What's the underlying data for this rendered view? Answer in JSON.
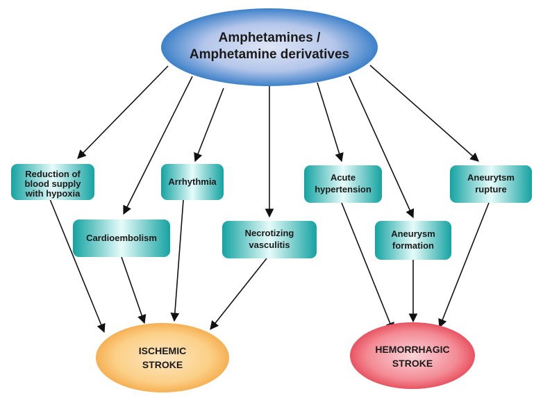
{
  "root": {
    "line1": "Amphetamines /",
    "line2": "Amphetamine derivatives"
  },
  "mechanisms": {
    "reduction": {
      "line1": "Reduction of",
      "line2": "blood supply",
      "line3": "with hypoxia"
    },
    "cardioembolism": {
      "line1": "Cardioembolism"
    },
    "arrhythmia": {
      "line1": "Arrhythmia"
    },
    "vasculitis": {
      "line1": "Necrotizing",
      "line2": "vasculitis"
    },
    "hypertension": {
      "line1": "Acute",
      "line2": "hypertension"
    },
    "aneurysm_formation": {
      "line1": "Aneurysm",
      "line2": "formation"
    },
    "aneurysm_rupture": {
      "line1": "Aneurytsm",
      "line2": "rupture"
    }
  },
  "outcomes": {
    "ischemic": {
      "line1": "ISCHEMIC",
      "line2": "STROKE"
    },
    "hemorrhagic": {
      "line1": "HEMORRHAGIC",
      "line2": "STROKE"
    }
  },
  "colors": {
    "root_edge": "#1f6fc0",
    "root_center": "#cdd8f0",
    "box_edge": "#18a9a7",
    "box_center": "#e6fbfa",
    "ischemic_edge": "#f3a23f",
    "ischemic_center": "#fde1b6",
    "hemorrhagic_edge": "#e1394a",
    "hemorrhagic_center": "#fbc6cc",
    "arrow": "#111111"
  }
}
